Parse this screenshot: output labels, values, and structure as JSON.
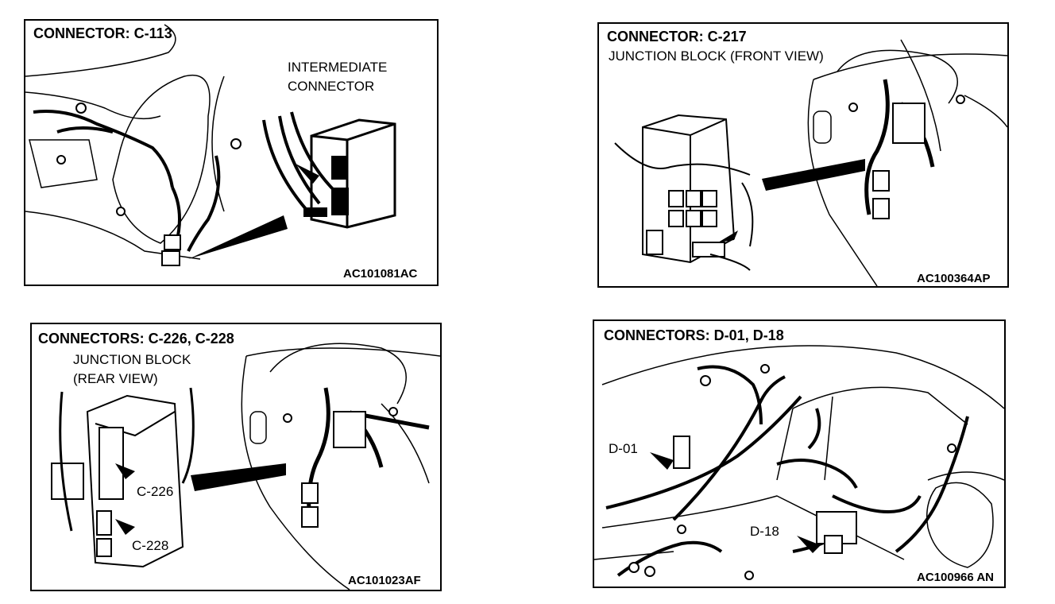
{
  "panels": [
    {
      "title": "CONNECTOR: C-113",
      "labels": [
        "INTERMEDIATE",
        "CONNECTOR"
      ],
      "code": "AC101081AC"
    },
    {
      "title": "CONNECTOR: C-217",
      "labels": [
        "JUNCTION BLOCK (FRONT VIEW)"
      ],
      "code": "AC100364AP"
    },
    {
      "title": "CONNECTORS: C-226, C-228",
      "labels": [
        "JUNCTION BLOCK",
        "(REAR VIEW)",
        "C-226",
        "C-228"
      ],
      "code": "AC101023AF"
    },
    {
      "title": "CONNECTORS: D-01, D-18",
      "labels": [
        "D-01",
        "D-18"
      ],
      "code": "AC100966 AN"
    }
  ]
}
